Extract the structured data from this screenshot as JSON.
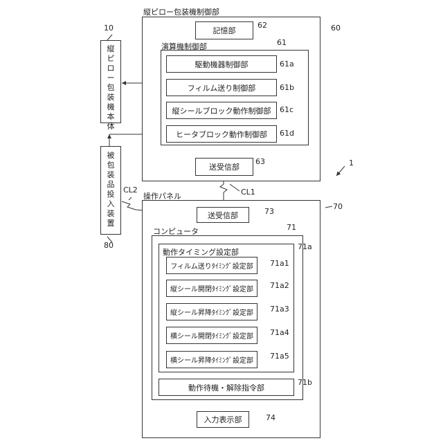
{
  "b60": {
    "title": "縦ピロー包装機制御部",
    "ref": "60"
  },
  "b62": {
    "label": "記憶部",
    "ref": "62"
  },
  "b61": {
    "title": "演算機制御部",
    "ref": "61"
  },
  "b61a": {
    "label": "駆動機器制御部",
    "ref": "61a"
  },
  "b61b": {
    "label": "フィルム送り制御部",
    "ref": "61b"
  },
  "b61c": {
    "label": "縦シールブロック動作制御部",
    "ref": "61c"
  },
  "b61d": {
    "label": "ヒータブロック動作制御部",
    "ref": "61d"
  },
  "b63": {
    "label": "送受信部",
    "ref": "63"
  },
  "b10": {
    "label": "縦ピロー包装機本体",
    "ref": "10"
  },
  "b80": {
    "label": "被包装品投入装置",
    "ref": "80"
  },
  "ref1": "1",
  "cl1": "CL1",
  "cl2": "CL2",
  "b70": {
    "title": "操作パネル",
    "ref": "70"
  },
  "b73": {
    "label": "送受信部",
    "ref": "73"
  },
  "b71": {
    "title": "コンピュータ",
    "ref": "71"
  },
  "b71a": {
    "title": "動作タイミング設定部",
    "ref": "71a"
  },
  "b71a1": {
    "label": "フィルム送りﾀｲﾐﾝｸﾞ設定部",
    "ref": "71a1"
  },
  "b71a2": {
    "label": "縦シール開閉ﾀｲﾐﾝｸﾞ設定部",
    "ref": "71a2"
  },
  "b71a3": {
    "label": "縦シール昇降ﾀｲﾐﾝｸﾞ設定部",
    "ref": "71a3"
  },
  "b71a4": {
    "label": "横シール開閉ﾀｲﾐﾝｸﾞ設定部",
    "ref": "71a4"
  },
  "b71a5": {
    "label": "横シール昇降ﾀｲﾐﾝｸﾞ設定部",
    "ref": "71a5"
  },
  "b71b": {
    "label": "動作待機・解除指令部",
    "ref": "71b"
  },
  "b74": {
    "label": "入力表示部",
    "ref": "74"
  }
}
